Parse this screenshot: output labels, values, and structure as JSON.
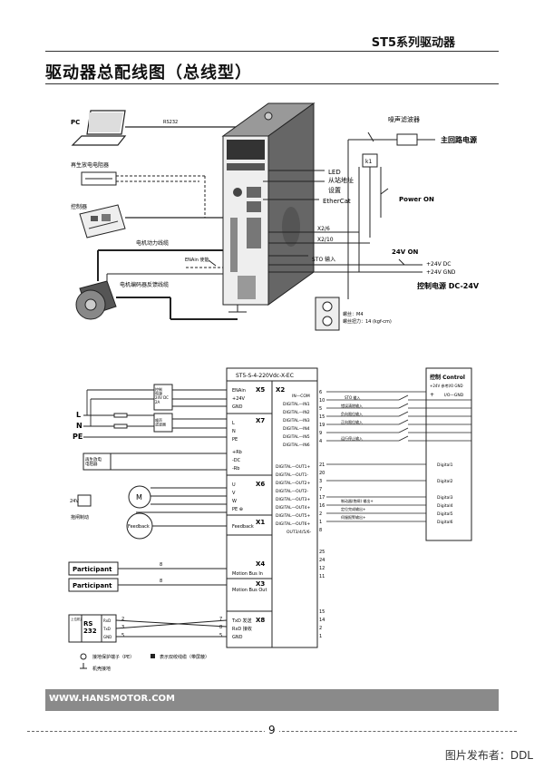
{
  "header": {
    "title": "ST5系列驱动器"
  },
  "page_title": "驱动器总配线图（总线型）",
  "top": {
    "pc": "PC",
    "rs232": "RS232",
    "regen_resistor": "再生放电电阻器",
    "controller": "控制器",
    "motor_power_cable": "电机动力线缆",
    "enain_enable": "ENAin 使能",
    "encoder_cable": "电机编码器反馈线缆",
    "noise_filter": "噪声滤波器",
    "main_power": "主回路电源",
    "k1": "k1",
    "led": "LED",
    "slave_addr_1": "从站地址",
    "slave_addr_2": "设置",
    "ethercat": "EtherCat",
    "power_on": "Power ON",
    "x2_6": "X2/6",
    "x2_10": "X2/10",
    "sto_input": "STO 输入",
    "v24_on": "24V ON",
    "v24_dc": "+24V DC",
    "v24_gnd": "+24V GND",
    "ctrl_power": "控制电源 DC-24V",
    "screw": "螺丝：M4",
    "torque": "螺丝扭力：14 (kgf-cm)"
  },
  "bottom": {
    "model": "ST5-S-4-220Vdc-X-EC",
    "ctrl_supply": "控制\n电源\n24V DC\n2A",
    "l": "L",
    "n": "N",
    "pe": "PE",
    "noise_filter": "噪声\n滤波器",
    "regen": "再生放电\n电阻器",
    "brake": "抱闸制动",
    "v24": "24V",
    "motor": "M",
    "feedback": "Feedback",
    "participant1": "Participant",
    "participant2": "Participant",
    "pc_label": "上位机通讯",
    "rs232": "RS\n232",
    "x5": "X5",
    "x7": "X7",
    "x6": "X6",
    "x1": "X1",
    "x4": "X4",
    "x3": "X3",
    "x8": "X8",
    "x2": "X2",
    "x5_pins": [
      "ENAin",
      "+24V",
      "GND"
    ],
    "x7_pins": [
      "L",
      "N",
      "PE"
    ],
    "x7_pins2": [
      "+Rb",
      "-DC",
      "-Rb"
    ],
    "x6_pins": [
      "U",
      "V",
      "W",
      "PE ⊕"
    ],
    "x1_pin": "Feedback",
    "x4_pin": "Motion Bus In",
    "x3_pin": "Motion Bus Out",
    "x8_pins": [
      "TxD 发送",
      "RxD 接收",
      "GND"
    ],
    "rs_pins": [
      "RxD",
      "TxD",
      "GND"
    ],
    "rs_nums": [
      "2",
      "3",
      "5"
    ],
    "x8_nums": [
      "7",
      "8",
      "5"
    ],
    "x2_inputs": [
      "IN—COM",
      "DIGITAL—IN1",
      "DIGITAL—IN2",
      "DIGITAL—IN3",
      "DIGITAL—IN4",
      "DIGITAL—IN5",
      "DIGITAL—IN6"
    ],
    "x2_in_nums": [
      "6",
      "10",
      "5",
      "15",
      "19",
      "9",
      "4"
    ],
    "in_funcs": [
      "STO 输入",
      "错误清除输入",
      "负向限位输入",
      "正向限位输入",
      "",
      "运行停止输入"
    ],
    "x2_outputs": [
      "DIGITAL—OUT1+",
      "DIGITAL—OUT1-",
      "DIGITAL—OUT2+",
      "DIGITAL—OUT2-",
      "DIGITAL—OUT3+",
      "DIGITAL—OUT4+",
      "DIGITAL—OUT5+",
      "DIGITAL—OUT6+",
      "OUT3/4/5/6-"
    ],
    "x2_out_nums": [
      "21",
      "20",
      "3",
      "7",
      "17",
      "16",
      "2",
      "1",
      "8"
    ],
    "out_funcs": [
      "制动器(抱闸) 输出+",
      "定位完成输出+",
      "伺服报警输出+"
    ],
    "x2_extra_nums": [
      "25",
      "24",
      "12",
      "11",
      "15",
      "14",
      "2",
      "1"
    ],
    "ctrl_box_title": "控制 Control",
    "ctrl_box_sub": "+24V 参考I/O GND",
    "ctrl_plus": "+",
    "ctrl_iognd": "I/O—GND",
    "digitals": [
      "Digital1",
      "Digital2",
      "Digital3",
      "Digital4",
      "Digital5",
      "Digital6"
    ],
    "legend1": "接地保护端子（PE）",
    "legend2": "表示双绞线缆（带屏蔽）",
    "legend3": "机壳接地",
    "ddl_nums": [
      "8",
      "8",
      "6",
      "7"
    ]
  },
  "footer": {
    "url": "WWW.HANSMOTOR.COM",
    "page": "9",
    "publisher": "图片发布者：DDL"
  }
}
